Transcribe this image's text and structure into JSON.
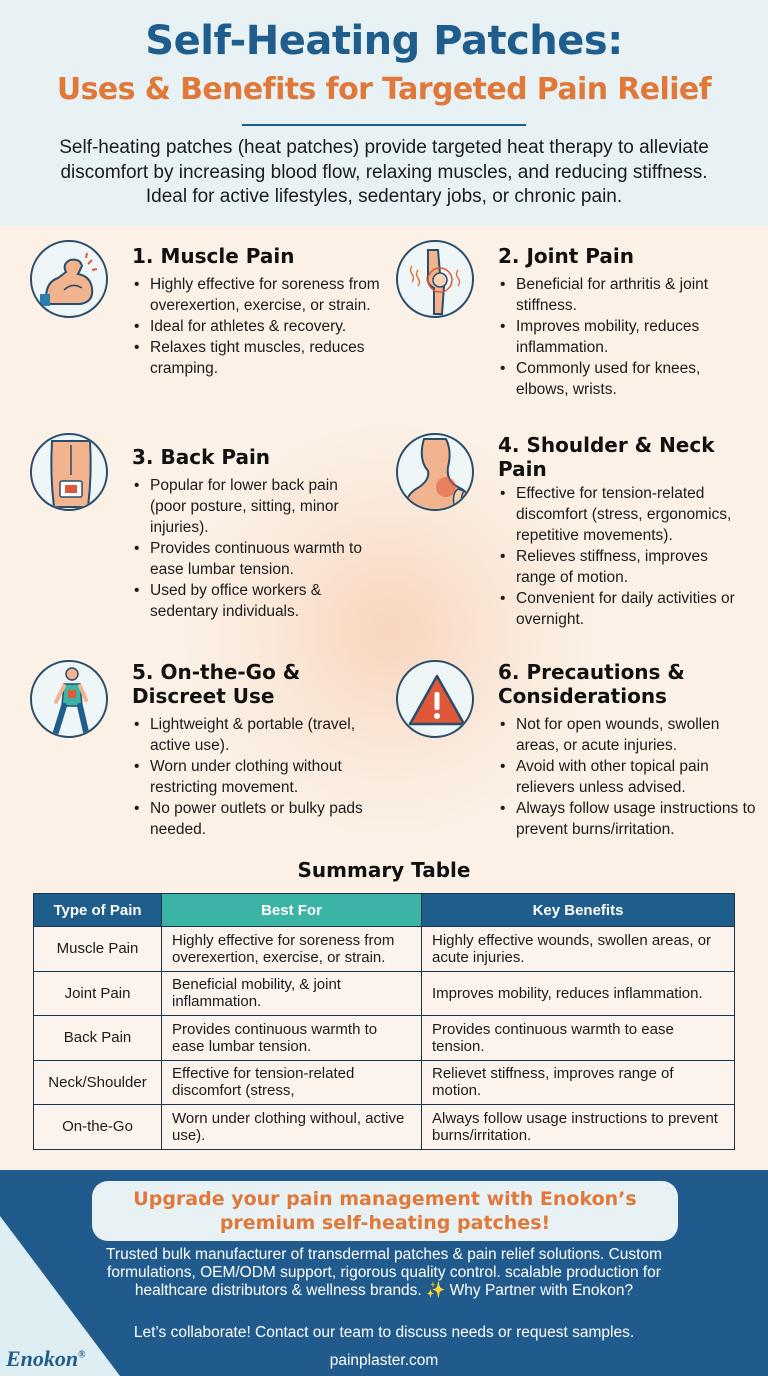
{
  "header": {
    "title_line1": "Self-Heating Patches:",
    "title_line2": "Uses & Benefits for Targeted Pain Relief",
    "intro_line1": "Self-heating patches (heat patches) provide targeted heat therapy to alleviate",
    "intro_line2": "discomfort by increasing blood flow, relaxing muscles, and reducing stiffness.",
    "intro_line3": "Ideal for active lifestyles, sedentary jobs, or chronic pain."
  },
  "sections": [
    {
      "title": "1. Muscle Pain",
      "icon": "flexed-arm-icon",
      "items": [
        "Highly effective for soreness from overexertion, exercise, or strain.",
        "Ideal for athletes & recovery.",
        "Relaxes tight muscles, reduces cramping."
      ]
    },
    {
      "title": "2. Joint Pain",
      "icon": "knee-joint-icon",
      "items": [
        "Beneficial for arthritis & joint stiffness.",
        "Improves mobility, reduces inflammation.",
        "Commonly used for knees, elbows, wrists."
      ]
    },
    {
      "title": "3. Back Pain",
      "icon": "lower-back-patch-icon",
      "items": [
        "Popular for lower back pain (poor posture, sitting, minor injuries).",
        "Provides continuous warmth to ease lumbar tension.",
        "Used by office workers & sedentary individuals."
      ]
    },
    {
      "title_line1": "4. Shoulder & Neck",
      "title_line2": "Pain",
      "icon": "neck-shoulder-icon",
      "items": [
        "Effective for tension-related discomfort (stress, ergonomics, repetitive movements).",
        "Relieves stiffness, improves range of motion.",
        "Convenient for daily activities or overnight."
      ]
    },
    {
      "title_line1": "5. On-the-Go &",
      "title_line2": "Discreet Use",
      "icon": "walking-person-icon",
      "items": [
        "Lightweight & portable (travel, active use).",
        "Worn under clothing without restricting movement.",
        "No power outlets or bulky pads needed."
      ]
    },
    {
      "title_line1": "6. Precautions &",
      "title_line2": "Considerations",
      "icon": "warning-triangle-icon",
      "items": [
        "Not for open wounds, swollen areas, or acute injuries.",
        "Avoid with other topical pain relievers unless advised.",
        "Always follow usage instructions to prevent burns/irritation."
      ]
    }
  ],
  "table": {
    "title": "Summary Table",
    "headers": [
      "Type of Pain",
      "Best For",
      "Key Benefits"
    ],
    "rows": [
      [
        "Muscle Pain",
        "Highly effective for soreness from overexertion, exercise, or strain.",
        "Highly effective wounds, swollen areas, or acute injuries."
      ],
      [
        "Joint Pain",
        "Beneficial mobility, & joint inflammation.",
        "Improves mobility, reduces inflammation."
      ],
      [
        "Back Pain",
        "Provides continuous warmth to ease lumbar tension.",
        "Provides continuous warmth to ease tension."
      ],
      [
        "Neck/Shoulder",
        "Effective for tension-related discomfort (stress,",
        "Relievet stiffness, improves range of motion."
      ],
      [
        "On-the-Go",
        "Worn under clothing withoul, active use).",
        "Always follow usage instructions to prevent burns/irritation."
      ]
    ]
  },
  "footer": {
    "cta_line1": "Upgrade your pain management with Enokon’s",
    "cta_line2": "premium self-heating patches!",
    "desc_line1": "Trusted bulk manufacturer of transdermal patches & pain relief solutions. Custom",
    "desc_line2": "formulations, OEM/ODM support, rigorous quality control. scalable production for",
    "desc_line3": "healthcare distributors & wellness brands. ✨ Why Partner with Enokon?",
    "contact": "Let’s collaborate! Contact our team to discuss needs or request samples.",
    "website": "painplaster.com",
    "brand": "Enokon",
    "brand_mark": "®"
  },
  "colors": {
    "primary_blue": "#1f5d8c",
    "accent_orange": "#e0783a",
    "teal": "#3bb4a6",
    "background": "#fbf1e6"
  }
}
